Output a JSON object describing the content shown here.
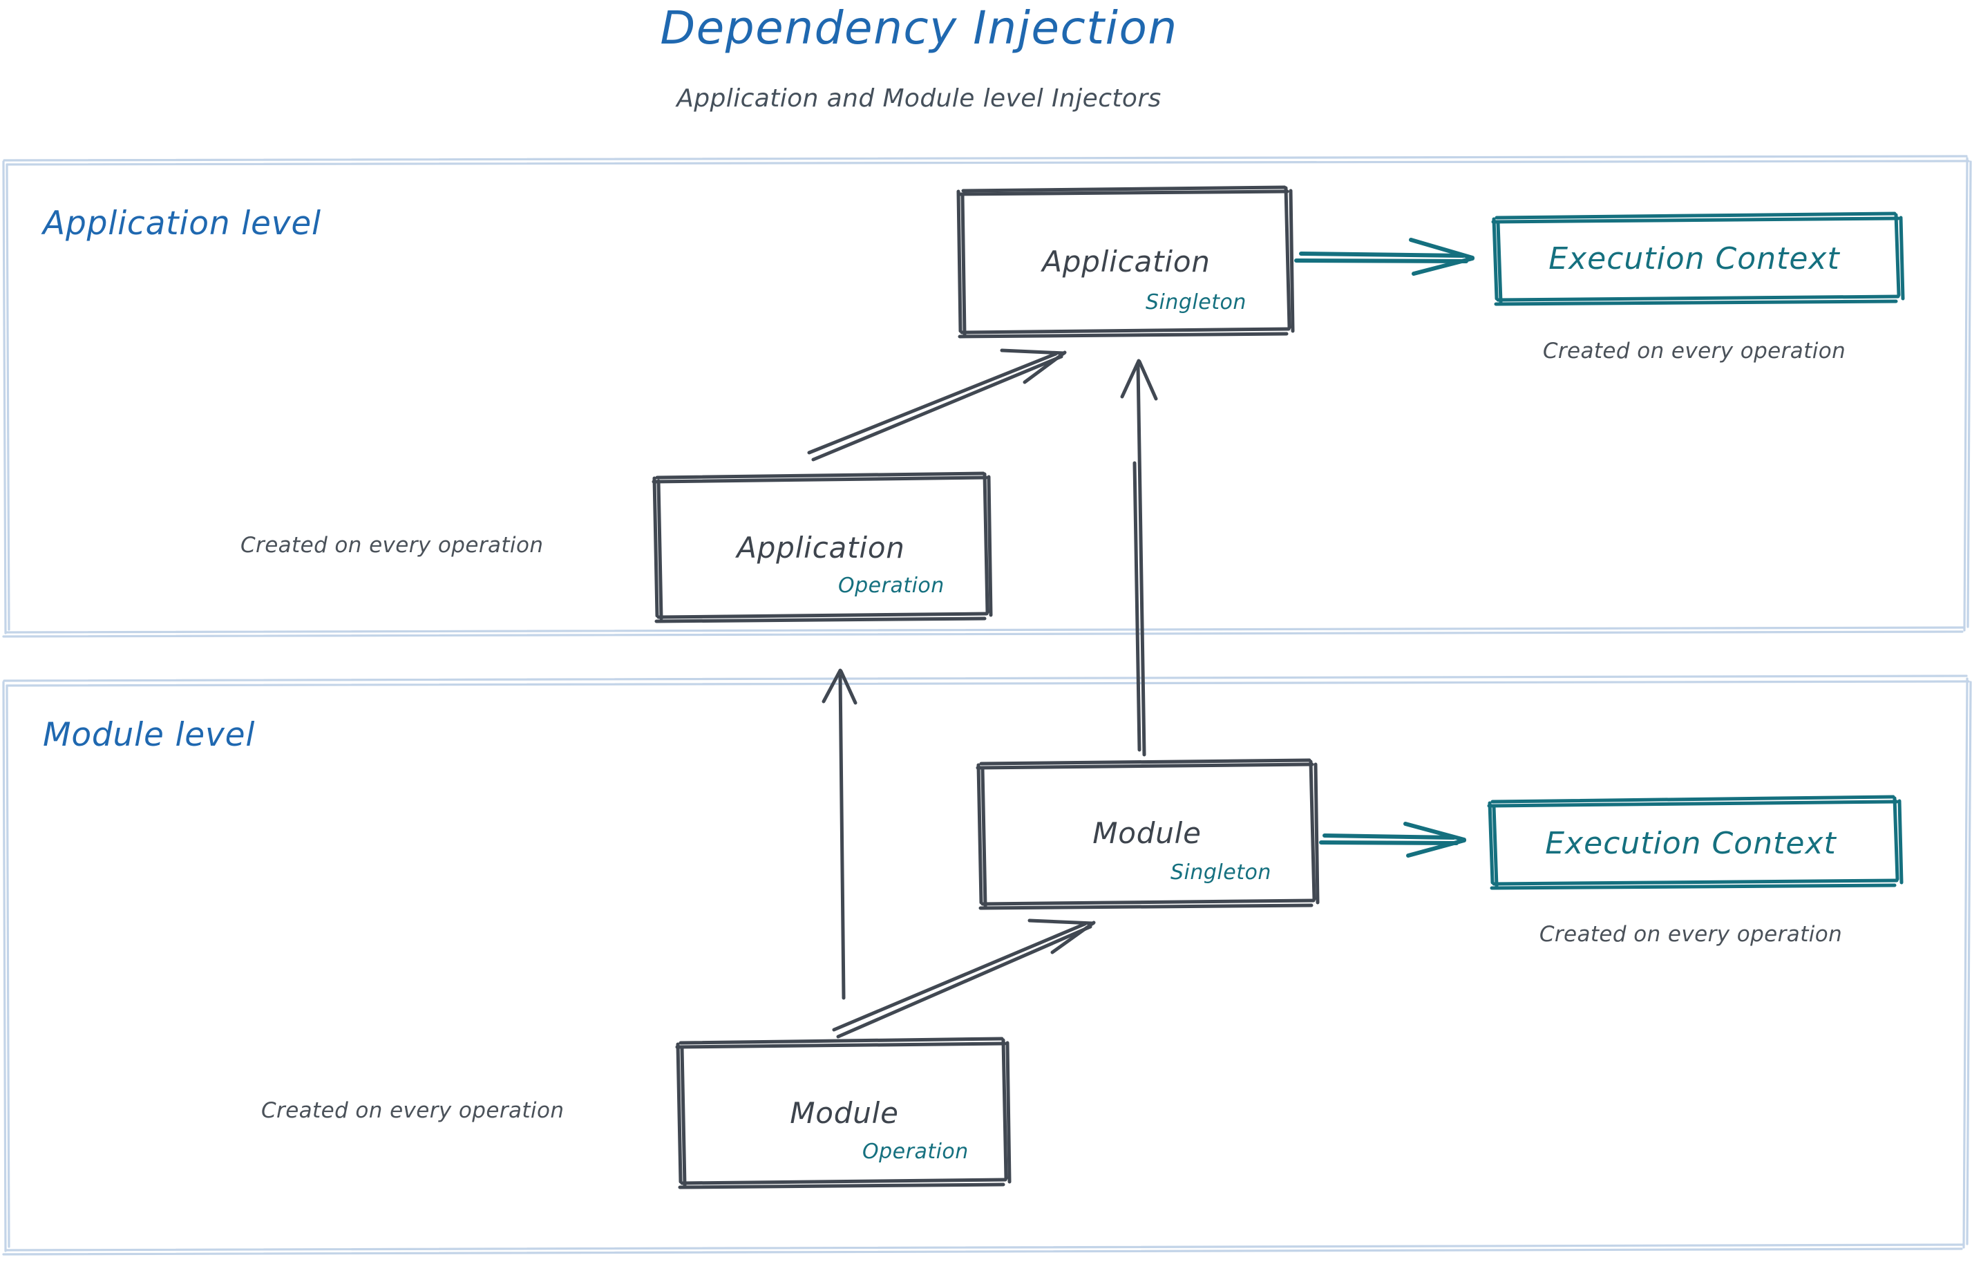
{
  "header": {
    "title": "Dependency Injection",
    "subtitle": "Application and Module level Injectors"
  },
  "colors": {
    "title_blue": "#1f68b0",
    "zone_label_blue": "#1f68b0",
    "zone_border_blue": "#c3d4e8",
    "sketch_gray": "#414852",
    "text_gray": "#4a5159",
    "teal": "#15707f",
    "background": "#ffffff"
  },
  "zones": [
    {
      "id": "application-level",
      "label": "Application level",
      "nodes": [
        {
          "id": "application-singleton",
          "title": "Application",
          "scope": "Singleton",
          "style": "gray-box"
        },
        {
          "id": "application-execution-context",
          "title": "Execution Context",
          "style": "teal-box",
          "caption": "Created on every operation"
        },
        {
          "id": "application-operation",
          "title": "Application",
          "scope": "Operation",
          "style": "gray-box",
          "caption": "Created on every operation"
        }
      ],
      "edges": [
        {
          "from": "application-singleton",
          "to": "application-execution-context",
          "style": "teal-arrow"
        },
        {
          "from": "application-operation",
          "to": "application-singleton",
          "style": "gray-arrow-diagonal"
        }
      ]
    },
    {
      "id": "module-level",
      "label": "Module level",
      "nodes": [
        {
          "id": "module-singleton",
          "title": "Module",
          "scope": "Singleton",
          "style": "gray-box"
        },
        {
          "id": "module-execution-context",
          "title": "Execution Context",
          "style": "teal-box",
          "caption": "Created on every operation"
        },
        {
          "id": "module-operation",
          "title": "Module",
          "scope": "Operation",
          "style": "gray-box",
          "caption": "Created on every operation"
        }
      ],
      "edges": [
        {
          "from": "module-singleton",
          "to": "module-execution-context",
          "style": "teal-arrow"
        },
        {
          "from": "module-operation",
          "to": "module-singleton",
          "style": "gray-arrow-diagonal"
        }
      ]
    }
  ],
  "cross_level_edges": [
    {
      "from": "module-singleton",
      "to": "application-singleton",
      "style": "gray-arrow-vertical"
    },
    {
      "from": "module-operation",
      "to": "application-operation",
      "style": "gray-arrow-vertical"
    }
  ]
}
